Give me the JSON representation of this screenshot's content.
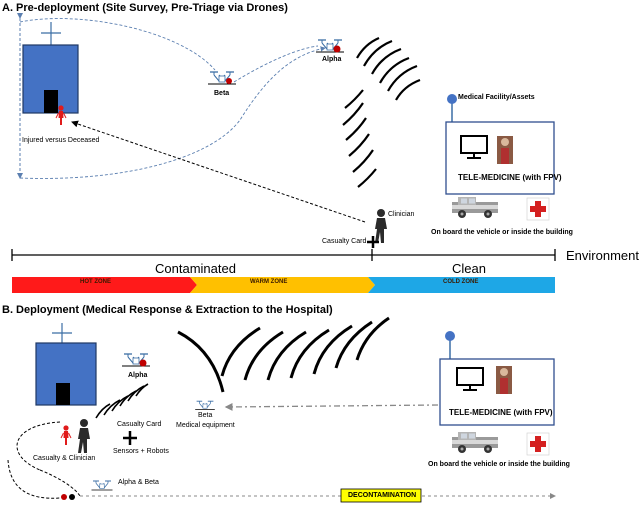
{
  "section_a": {
    "title": "A.  Pre-deployment (Site Survey, Pre-Triage via Drones)",
    "injured_label": "Injured versus Deceased",
    "alpha_label": "Alpha",
    "beta_label": "Beta",
    "facility_label": "Medical Facility/Assets",
    "telemedicine_label": "TELE-MEDICINE (with FPV)",
    "onboard_label": "On board the vehicle or inside the building",
    "clinician_label": "Clinician",
    "casualty_card_label": "Casualty Card"
  },
  "axis": {
    "contaminated": "Contaminated",
    "clean": "Clean",
    "environment": "Environment"
  },
  "zones": {
    "hot": "HOT ZONE",
    "warm": "WARM ZONE",
    "cold": "COLD ZONE",
    "colors": {
      "hot": "#ff1a1a",
      "warm": "#ffc000",
      "cold": "#1ea7e6"
    }
  },
  "section_b": {
    "title": "B.  Deployment (Medical Response & Extraction to the Hospital)",
    "alpha_label": "Alpha",
    "beta_label": "Beta",
    "medical_equipment_label": "Medical equipment",
    "casualty_card_label": "Casualty Card",
    "sensors_label": "Sensors + Robots",
    "casualty_clinician_label": "Casualty & Clinician",
    "alpha_beta_label": "Alpha & Beta",
    "telemedicine_label": "TELE-MEDICINE (with FPV)",
    "onboard_label": "On board the vehicle or inside the building",
    "decontamination_label": "DECONTAMINATION"
  },
  "colors": {
    "building_blue": "#4472c4",
    "drone_blue": "#3b6ea5",
    "decontamination_yellow": "#ffff00",
    "cross_red": "#d42020"
  }
}
